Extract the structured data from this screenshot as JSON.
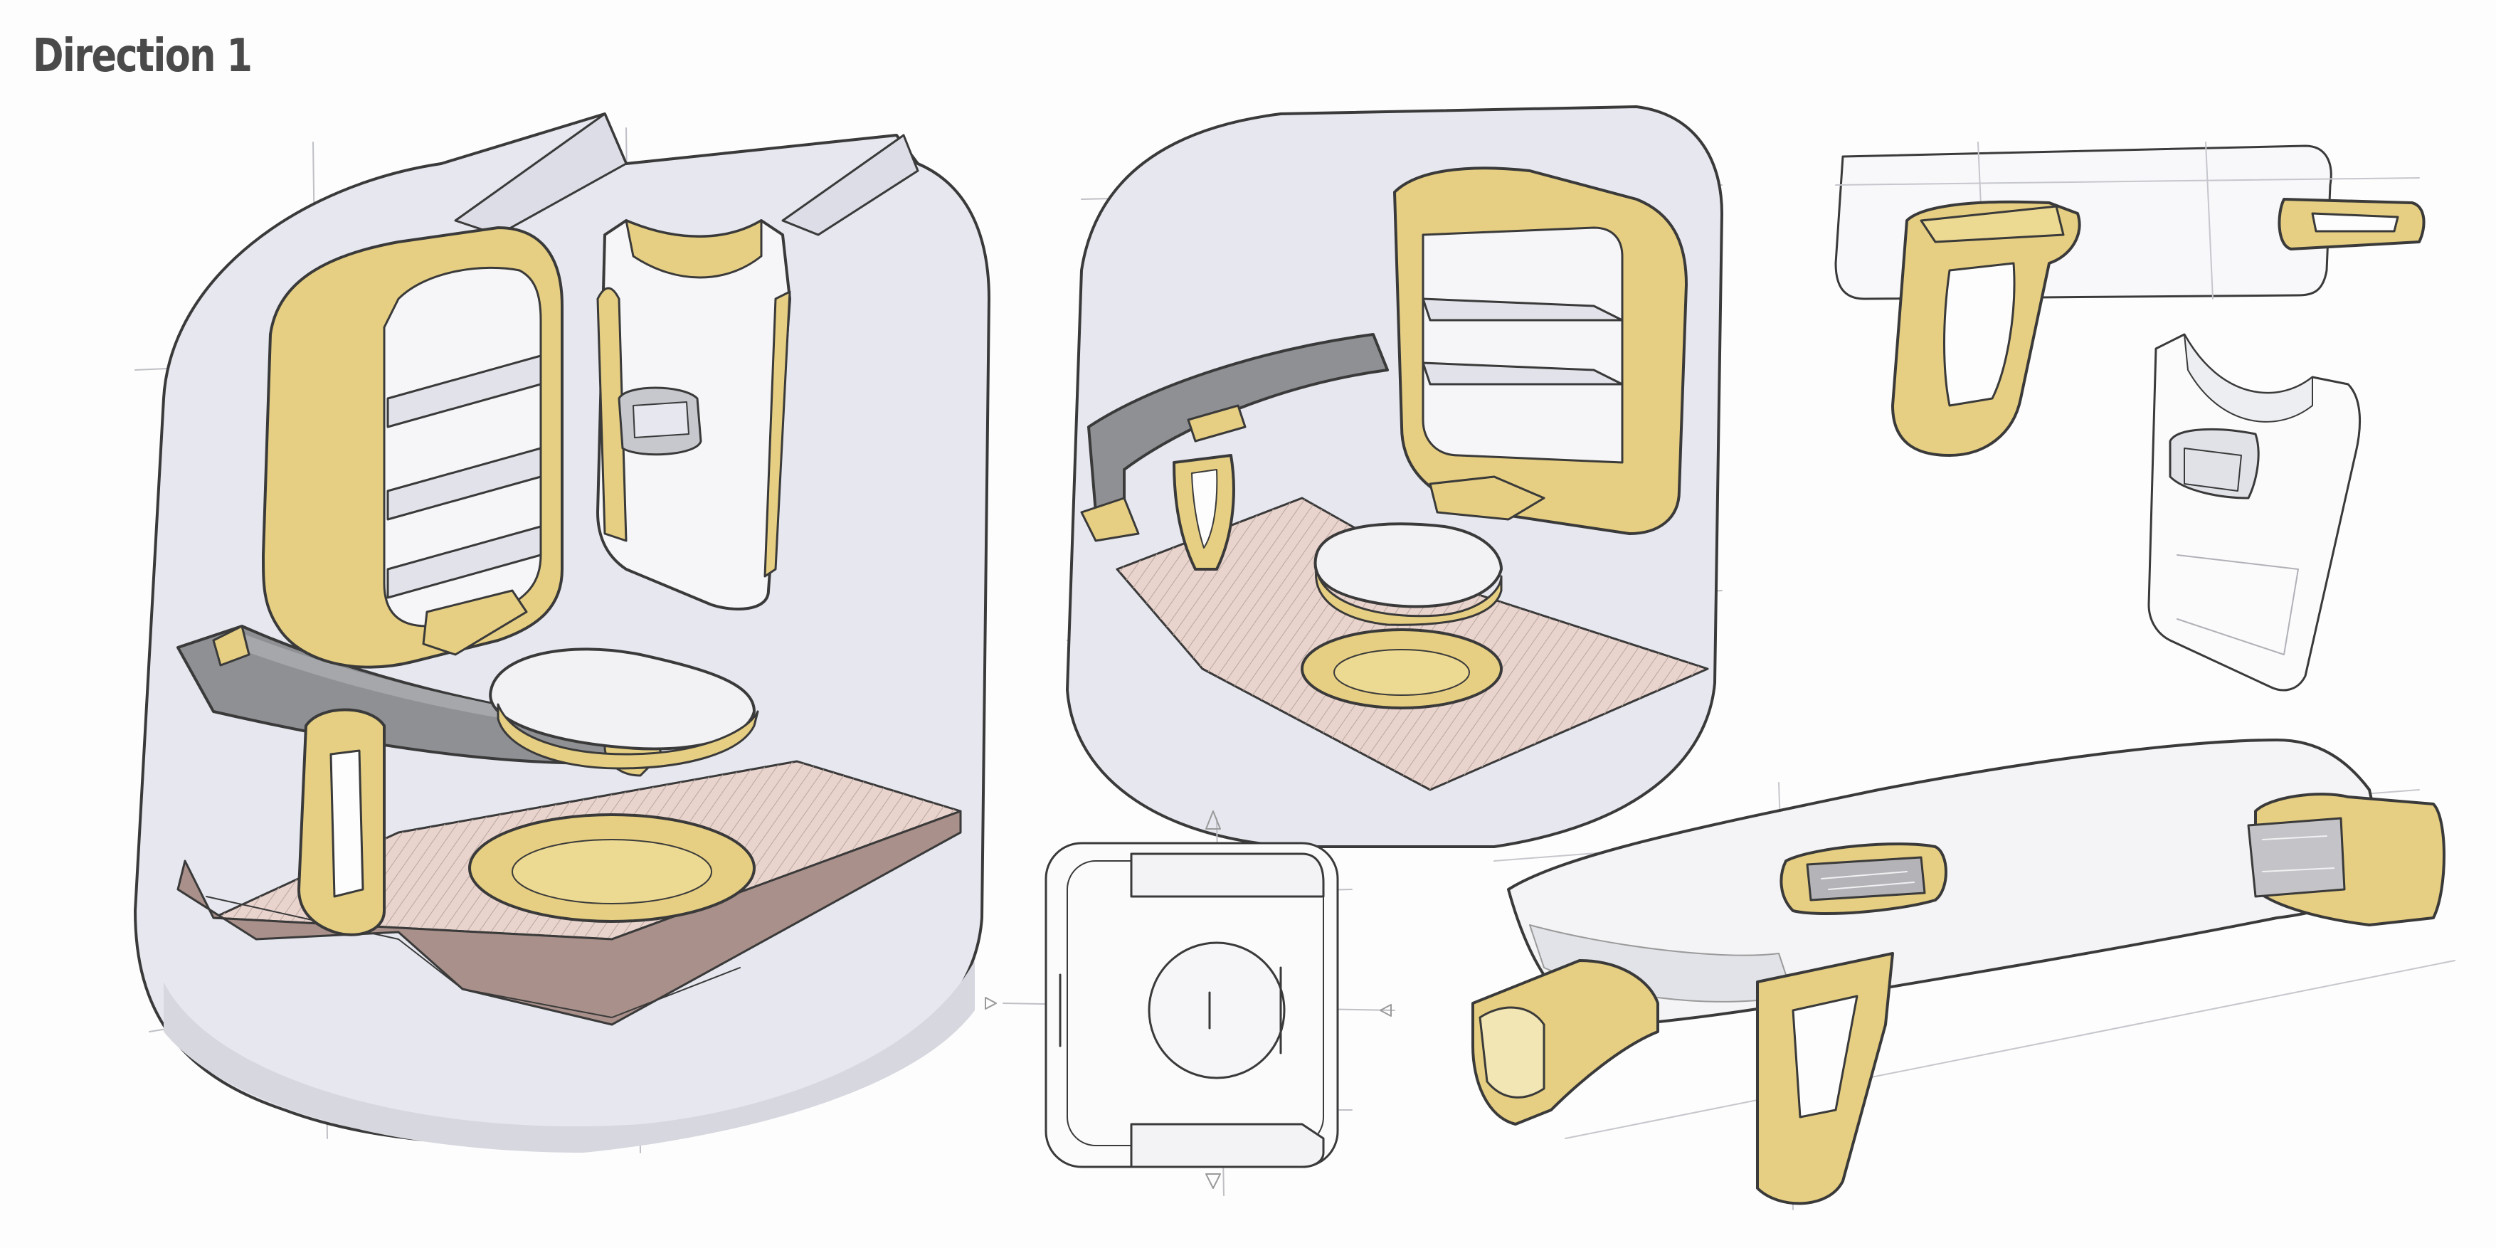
{
  "title": "Direction 1",
  "colors": {
    "paper": "#fdfdfd",
    "shell": "#e6e7ef",
    "accent_yellow": "#e6cf82",
    "dark_gray": "#8f9094",
    "floor_pink": "#e9d3cd",
    "line": "#3a3a3a"
  },
  "sketches": [
    "interior-pod-front-view",
    "interior-pod-side-view",
    "top-view-plan",
    "overhead-grab-handle-detail",
    "seat-back-detail",
    "handle-bar-perspective"
  ]
}
